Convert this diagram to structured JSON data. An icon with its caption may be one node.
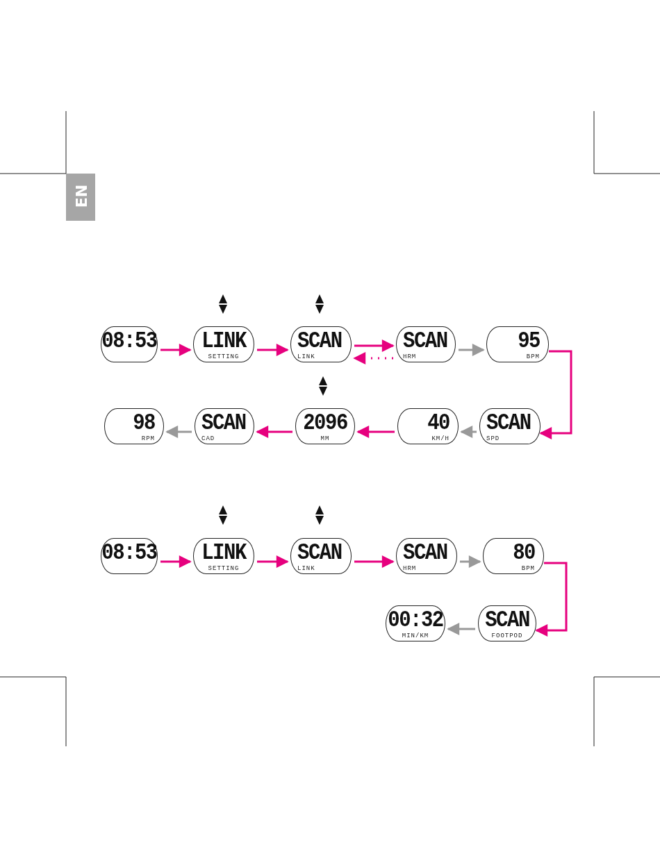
{
  "diagram": {
    "nodes": [
      {
        "text": [
          "08:53"
        ]
      },
      {
        "text": [
          "LINK",
          "SETTING"
        ]
      },
      {
        "text": [
          "SCAN",
          "LINK"
        ]
      },
      {
        "text": [
          "SCAN",
          "HRM"
        ]
      },
      {
        "text": [
          "95",
          "BPM"
        ]
      },
      {
        "text": [
          "SCAN",
          "SPD"
        ]
      },
      {
        "text": [
          "40",
          "KM/H"
        ]
      },
      {
        "text": [
          "2096",
          "MM"
        ]
      },
      {
        "text": [
          "SCAN",
          "CAD"
        ]
      },
      {
        "text": [
          "98",
          "RPM"
        ]
      },
      {
        "text": [
          "08:53"
        ]
      },
      {
        "text": [
          "LINK",
          "SETTING"
        ]
      },
      {
        "text": [
          "SCAN",
          "LINK"
        ]
      },
      {
        "text": [
          "SCAN",
          "HRM"
        ]
      },
      {
        "text": [
          "80",
          "BPM"
        ]
      },
      {
        "text": [
          "SCAN",
          "FOOTPOD"
        ]
      },
      {
        "text": [
          "00:32",
          "MIN/KM"
        ]
      }
    ],
    "edges": [
      {
        "from": 0,
        "to": 1,
        "arrow": "to"
      },
      {
        "from": 1,
        "to": 2,
        "arrow": "to"
      },
      {
        "from": 2,
        "to": 3,
        "arrow": "to"
      },
      {
        "from": 3,
        "to": 2,
        "arrow": "to",
        "style": "dashed"
      },
      {
        "from": 3,
        "to": 4,
        "arrow": "to",
        "color": "#999999"
      },
      {
        "from": 4,
        "to": 5,
        "arrow": "to"
      },
      {
        "from": 5,
        "to": 6,
        "arrow": "to",
        "color": "#999999"
      },
      {
        "from": 6,
        "to": 7,
        "arrow": "to"
      },
      {
        "from": 7,
        "to": 8,
        "arrow": "to"
      },
      {
        "from": 8,
        "to": 9,
        "arrow": "to",
        "color": "#999999"
      },
      {
        "from": 10,
        "to": 11,
        "arrow": "to"
      },
      {
        "from": 11,
        "to": 12,
        "arrow": "to"
      },
      {
        "from": 12,
        "to": 13,
        "arrow": "to"
      },
      {
        "from": 13,
        "to": 14,
        "arrow": "to",
        "color": "#999999"
      },
      {
        "from": 14,
        "to": 15,
        "arrow": "to"
      },
      {
        "from": 15,
        "to": 16,
        "arrow": "to",
        "color": "#999999"
      }
    ],
    "labels": [
      "EN"
    ]
  }
}
